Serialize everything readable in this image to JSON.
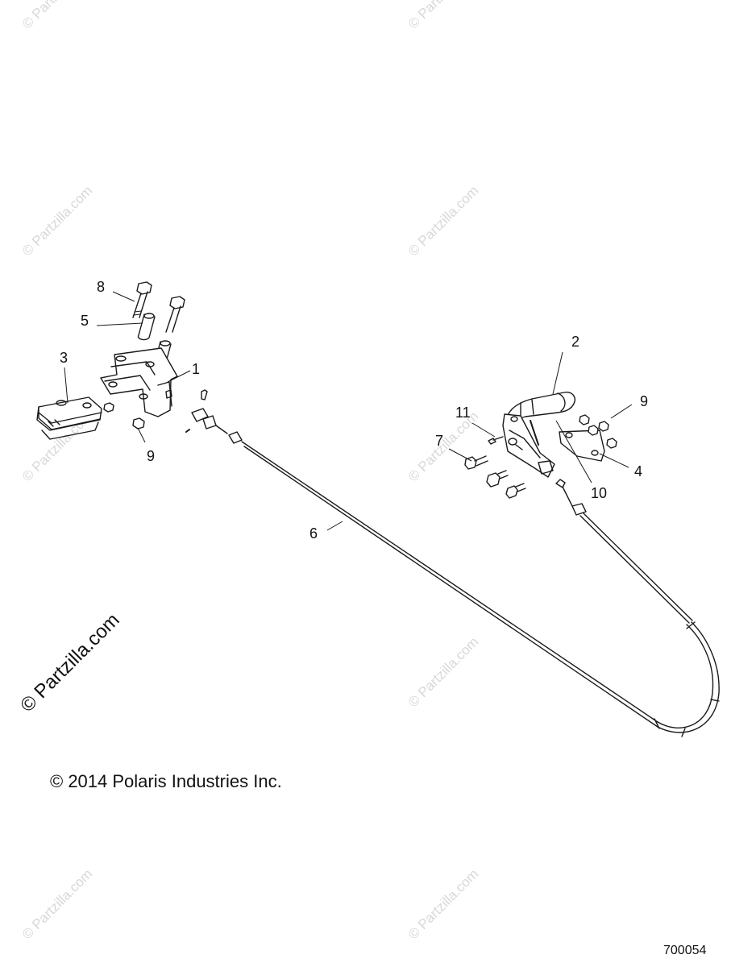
{
  "watermark": "© Partzilla.com",
  "copyright": "© 2014 Polaris Industries Inc.",
  "diagram_id": "700054",
  "callouts": [
    "1",
    "2",
    "3",
    "4",
    "5",
    "6",
    "7",
    "8",
    "9",
    "9",
    "10",
    "11"
  ]
}
